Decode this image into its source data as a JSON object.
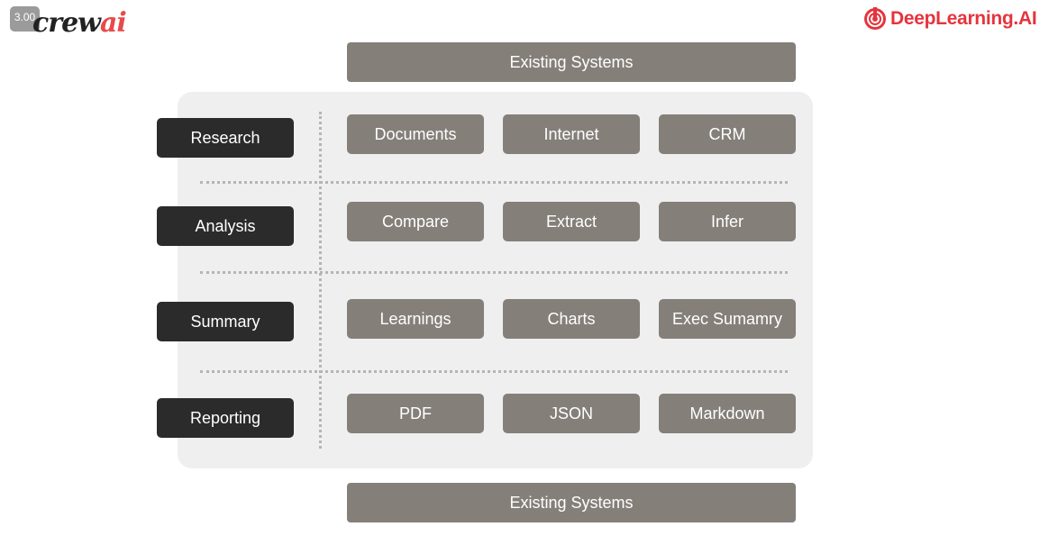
{
  "badge": "3.00",
  "brand": {
    "crew_prefix": "crew",
    "crew_suffix": "ai",
    "partner": "DeepLearning.AI",
    "partner_color": "#e5343d"
  },
  "top_system": "Existing Systems",
  "bottom_system": "Existing Systems",
  "rows": [
    {
      "label": "Research",
      "cells": [
        "Documents",
        "Internet",
        "CRM"
      ]
    },
    {
      "label": "Analysis",
      "cells": [
        "Compare",
        "Extract",
        "Infer"
      ]
    },
    {
      "label": "Summary",
      "cells": [
        "Learnings",
        "Charts",
        "Exec Sumamry"
      ]
    },
    {
      "label": "Reporting",
      "cells": [
        "PDF",
        "JSON",
        "Markdown"
      ]
    }
  ],
  "colors": {
    "label_bg": "#2b2b2b",
    "cell_bg": "#857f7a",
    "panel_bg": "#efefef"
  }
}
